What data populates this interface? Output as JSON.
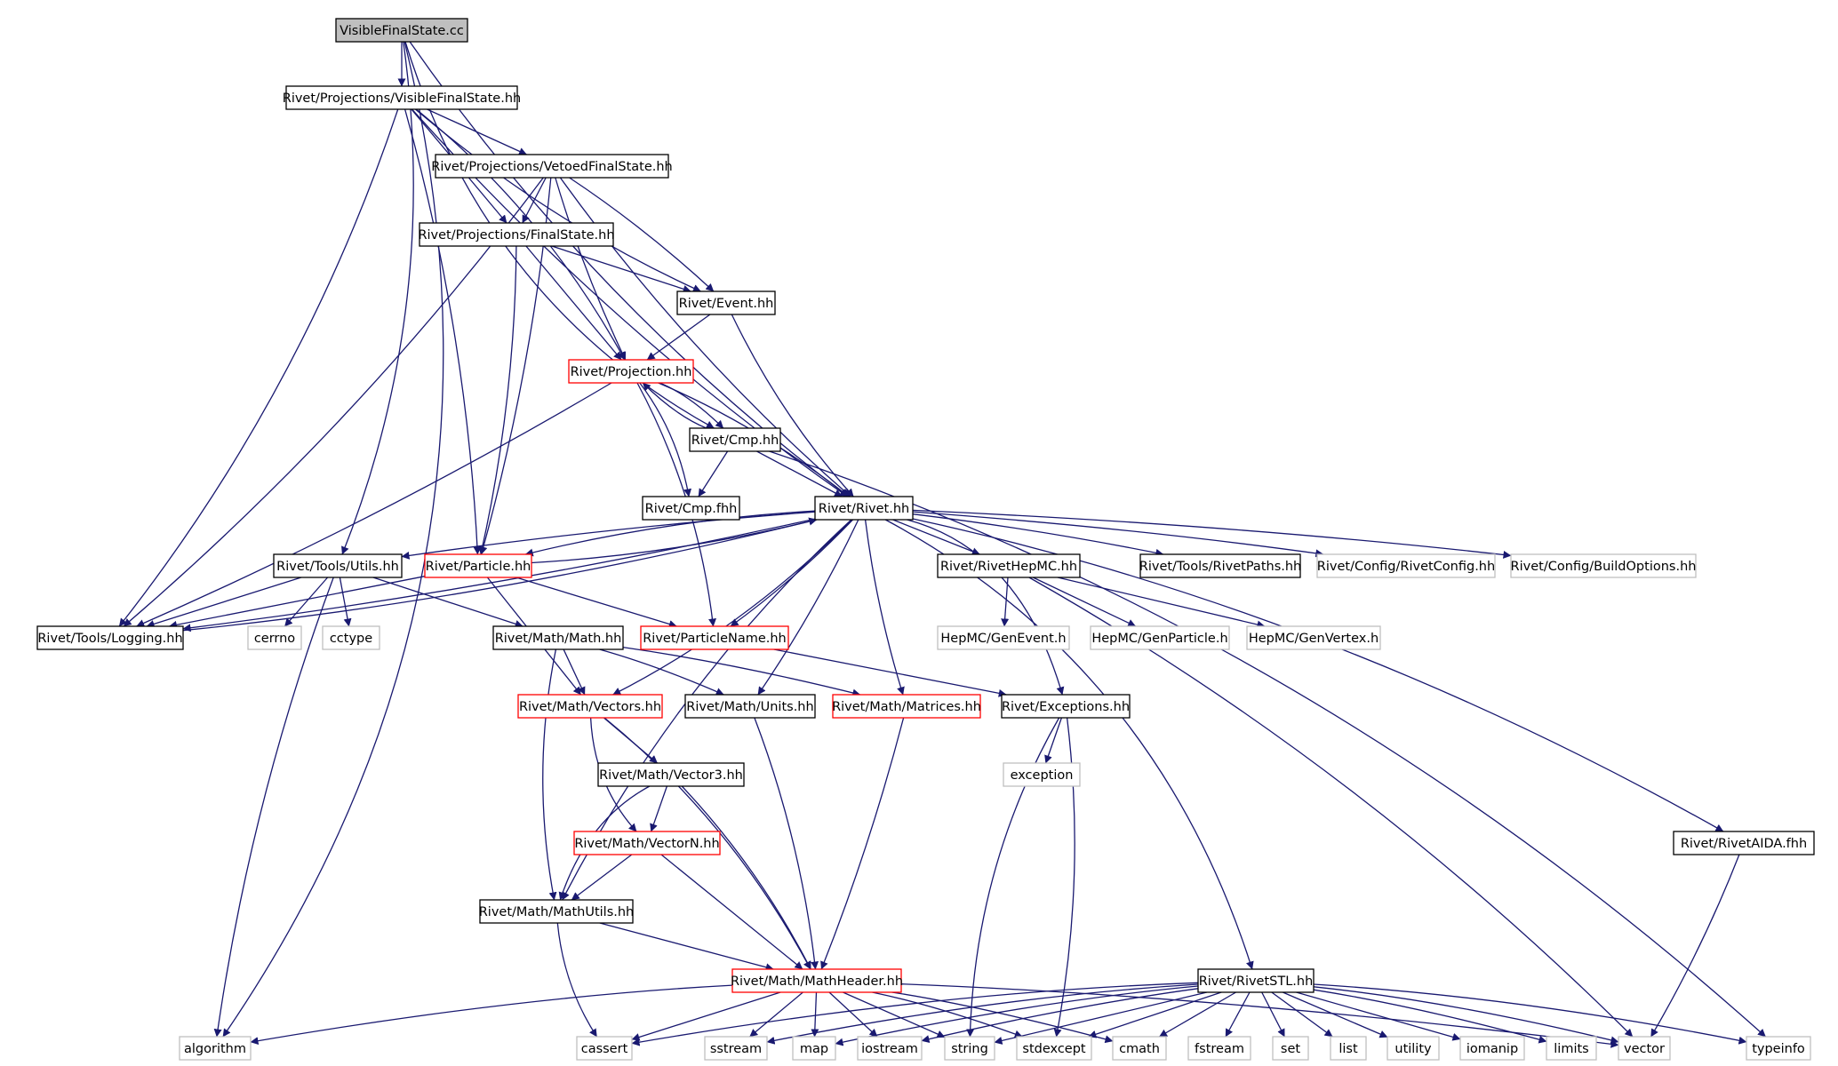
{
  "colors": {
    "edge": "#191970",
    "normal_border": "#000000",
    "red_border": "#ff0000",
    "gray_border": "#bfbfbf",
    "root_fill": "#bfbfbf"
  },
  "nodes": [
    {
      "id": "root",
      "label": "VisibleFinalState.cc",
      "style": "root"
    },
    {
      "id": "vfs",
      "label": "Rivet/Projections/VisibleFinalState.hh",
      "style": "normal"
    },
    {
      "id": "vetoed",
      "label": "Rivet/Projections/VetoedFinalState.hh",
      "style": "normal"
    },
    {
      "id": "fs",
      "label": "Rivet/Projections/FinalState.hh",
      "style": "normal"
    },
    {
      "id": "event",
      "label": "Rivet/Event.hh",
      "style": "normal"
    },
    {
      "id": "projection",
      "label": "Rivet/Projection.hh",
      "style": "red"
    },
    {
      "id": "cmp",
      "label": "Rivet/Cmp.hh",
      "style": "normal"
    },
    {
      "id": "cmpf",
      "label": "Rivet/Cmp.fhh",
      "style": "normal"
    },
    {
      "id": "rivet",
      "label": "Rivet/Rivet.hh",
      "style": "normal"
    },
    {
      "id": "utils",
      "label": "Rivet/Tools/Utils.hh",
      "style": "normal"
    },
    {
      "id": "particle",
      "label": "Rivet/Particle.hh",
      "style": "red"
    },
    {
      "id": "hepmc",
      "label": "Rivet/RivetHepMC.hh",
      "style": "normal"
    },
    {
      "id": "rivetpaths",
      "label": "Rivet/Tools/RivetPaths.hh",
      "style": "normal"
    },
    {
      "id": "rivetconfig",
      "label": "Rivet/Config/RivetConfig.hh",
      "style": "gray"
    },
    {
      "id": "buildoptions",
      "label": "Rivet/Config/BuildOptions.hh",
      "style": "gray"
    },
    {
      "id": "logging",
      "label": "Rivet/Tools/Logging.hh",
      "style": "normal"
    },
    {
      "id": "cerrno",
      "label": "cerrno",
      "style": "gray"
    },
    {
      "id": "cctype",
      "label": "cctype",
      "style": "gray"
    },
    {
      "id": "mathhh",
      "label": "Rivet/Math/Math.hh",
      "style": "normal"
    },
    {
      "id": "particlename",
      "label": "Rivet/ParticleName.hh",
      "style": "red"
    },
    {
      "id": "genevent",
      "label": "HepMC/GenEvent.h",
      "style": "gray"
    },
    {
      "id": "genparticle",
      "label": "HepMC/GenParticle.h",
      "style": "gray"
    },
    {
      "id": "genvertex",
      "label": "HepMC/GenVertex.h",
      "style": "gray"
    },
    {
      "id": "vectors",
      "label": "Rivet/Math/Vectors.hh",
      "style": "red"
    },
    {
      "id": "units",
      "label": "Rivet/Math/Units.hh",
      "style": "normal"
    },
    {
      "id": "matrices",
      "label": "Rivet/Math/Matrices.hh",
      "style": "red"
    },
    {
      "id": "exceptions",
      "label": "Rivet/Exceptions.hh",
      "style": "normal"
    },
    {
      "id": "vector3",
      "label": "Rivet/Math/Vector3.hh",
      "style": "normal"
    },
    {
      "id": "exception",
      "label": "exception",
      "style": "gray"
    },
    {
      "id": "vectorn",
      "label": "Rivet/Math/VectorN.hh",
      "style": "red"
    },
    {
      "id": "aida",
      "label": "Rivet/RivetAIDA.fhh",
      "style": "normal"
    },
    {
      "id": "mathutils",
      "label": "Rivet/Math/MathUtils.hh",
      "style": "normal"
    },
    {
      "id": "mathheader",
      "label": "Rivet/Math/MathHeader.hh",
      "style": "red"
    },
    {
      "id": "rivetstl",
      "label": "Rivet/RivetSTL.hh",
      "style": "normal"
    },
    {
      "id": "algorithm",
      "label": "algorithm",
      "style": "gray"
    },
    {
      "id": "cassert",
      "label": "cassert",
      "style": "gray"
    },
    {
      "id": "sstream",
      "label": "sstream",
      "style": "gray"
    },
    {
      "id": "map",
      "label": "map",
      "style": "gray"
    },
    {
      "id": "iostream",
      "label": "iostream",
      "style": "gray"
    },
    {
      "id": "string",
      "label": "string",
      "style": "gray"
    },
    {
      "id": "stdexcept",
      "label": "stdexcept",
      "style": "gray"
    },
    {
      "id": "cmath",
      "label": "cmath",
      "style": "gray"
    },
    {
      "id": "fstream",
      "label": "fstream",
      "style": "gray"
    },
    {
      "id": "set",
      "label": "set",
      "style": "gray"
    },
    {
      "id": "list",
      "label": "list",
      "style": "gray"
    },
    {
      "id": "utility",
      "label": "utility",
      "style": "gray"
    },
    {
      "id": "iomanip",
      "label": "iomanip",
      "style": "gray"
    },
    {
      "id": "limits",
      "label": "limits",
      "style": "gray"
    },
    {
      "id": "vector",
      "label": "vector",
      "style": "gray"
    },
    {
      "id": "typeinfo",
      "label": "typeinfo",
      "style": "gray"
    }
  ],
  "edges": [
    [
      "root",
      "vfs"
    ],
    [
      "root",
      "algorithm"
    ],
    [
      "root",
      "utils"
    ],
    [
      "root",
      "cmp"
    ],
    [
      "root",
      "rivet"
    ],
    [
      "vfs",
      "vetoed"
    ],
    [
      "vfs",
      "fs"
    ],
    [
      "vfs",
      "event"
    ],
    [
      "vfs",
      "projection"
    ],
    [
      "vfs",
      "rivet"
    ],
    [
      "vfs",
      "particle"
    ],
    [
      "vfs",
      "logging"
    ],
    [
      "vetoed",
      "fs"
    ],
    [
      "vetoed",
      "event"
    ],
    [
      "vetoed",
      "projection"
    ],
    [
      "vetoed",
      "rivet"
    ],
    [
      "vetoed",
      "particle"
    ],
    [
      "vetoed",
      "logging"
    ],
    [
      "fs",
      "event"
    ],
    [
      "fs",
      "projection"
    ],
    [
      "fs",
      "particle"
    ],
    [
      "event",
      "projection"
    ],
    [
      "event",
      "rivet"
    ],
    [
      "projection",
      "cmp"
    ],
    [
      "projection",
      "cmpf"
    ],
    [
      "projection",
      "rivet"
    ],
    [
      "projection",
      "particlename"
    ],
    [
      "projection",
      "logging"
    ],
    [
      "cmp",
      "projection"
    ],
    [
      "cmp",
      "cmpf"
    ],
    [
      "cmp",
      "rivet"
    ],
    [
      "cmp",
      "typeinfo"
    ],
    [
      "rivet",
      "particle"
    ],
    [
      "rivet",
      "utils"
    ],
    [
      "rivet",
      "hepmc"
    ],
    [
      "rivet",
      "rivetpaths"
    ],
    [
      "rivet",
      "rivetconfig"
    ],
    [
      "rivet",
      "buildoptions"
    ],
    [
      "rivet",
      "particlename"
    ],
    [
      "rivet",
      "vectors"
    ],
    [
      "rivet",
      "units"
    ],
    [
      "rivet",
      "matrices"
    ],
    [
      "rivet",
      "exceptions"
    ],
    [
      "rivet",
      "mathutils"
    ],
    [
      "rivet",
      "aida"
    ],
    [
      "rivet",
      "rivetstl"
    ],
    [
      "rivet",
      "logging"
    ],
    [
      "particle",
      "rivet"
    ],
    [
      "particle",
      "particlename"
    ],
    [
      "particle",
      "vectors"
    ],
    [
      "particle",
      "logging"
    ],
    [
      "utils",
      "logging"
    ],
    [
      "utils",
      "cerrno"
    ],
    [
      "utils",
      "cctype"
    ],
    [
      "utils",
      "mathhh"
    ],
    [
      "utils",
      "algorithm"
    ],
    [
      "hepmc",
      "genevent"
    ],
    [
      "hepmc",
      "genparticle"
    ],
    [
      "hepmc",
      "genvertex"
    ],
    [
      "hepmc",
      "vector"
    ],
    [
      "particlename",
      "exceptions"
    ],
    [
      "logging",
      "rivet"
    ],
    [
      "mathhh",
      "vectors"
    ],
    [
      "mathhh",
      "units"
    ],
    [
      "mathhh",
      "matrices"
    ],
    [
      "mathhh",
      "mathutils"
    ],
    [
      "vectors",
      "vector3"
    ],
    [
      "vectors",
      "vectorn"
    ],
    [
      "vectors",
      "mathheader"
    ],
    [
      "units",
      "mathheader"
    ],
    [
      "matrices",
      "mathheader"
    ],
    [
      "exceptions",
      "exception"
    ],
    [
      "exceptions",
      "string"
    ],
    [
      "exceptions",
      "stdexcept"
    ],
    [
      "vector3",
      "vectorn"
    ],
    [
      "vector3",
      "mathutils"
    ],
    [
      "vector3",
      "mathheader"
    ],
    [
      "vectorn",
      "mathutils"
    ],
    [
      "vectorn",
      "mathheader"
    ],
    [
      "mathutils",
      "mathheader"
    ],
    [
      "mathutils",
      "cassert"
    ],
    [
      "aida",
      "vector"
    ],
    [
      "mathheader",
      "algorithm"
    ],
    [
      "mathheader",
      "cassert"
    ],
    [
      "mathheader",
      "sstream"
    ],
    [
      "mathheader",
      "map"
    ],
    [
      "mathheader",
      "iostream"
    ],
    [
      "mathheader",
      "string"
    ],
    [
      "mathheader",
      "stdexcept"
    ],
    [
      "mathheader",
      "cmath"
    ],
    [
      "mathheader",
      "vector"
    ],
    [
      "rivetstl",
      "cassert"
    ],
    [
      "rivetstl",
      "sstream"
    ],
    [
      "rivetstl",
      "map"
    ],
    [
      "rivetstl",
      "iostream"
    ],
    [
      "rivetstl",
      "string"
    ],
    [
      "rivetstl",
      "stdexcept"
    ],
    [
      "rivetstl",
      "cmath"
    ],
    [
      "rivetstl",
      "fstream"
    ],
    [
      "rivetstl",
      "set"
    ],
    [
      "rivetstl",
      "list"
    ],
    [
      "rivetstl",
      "utility"
    ],
    [
      "rivetstl",
      "iomanip"
    ],
    [
      "rivetstl",
      "limits"
    ],
    [
      "rivetstl",
      "vector"
    ],
    [
      "rivetstl",
      "typeinfo"
    ]
  ]
}
